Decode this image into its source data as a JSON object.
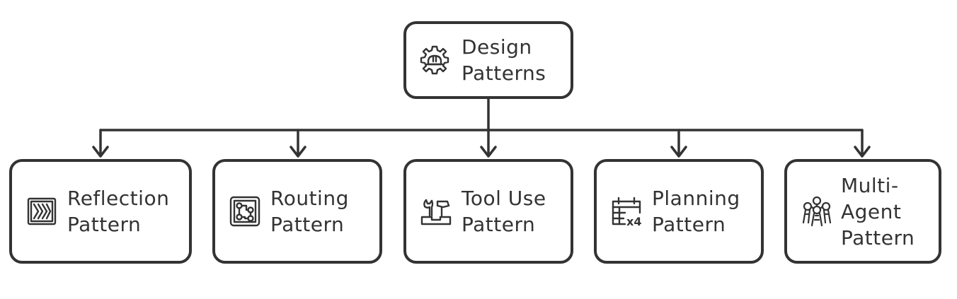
{
  "diagram": {
    "root": {
      "line1": "Design",
      "line2": "Patterns",
      "icon": "gear-with-helmet-icon"
    },
    "children": [
      {
        "line1": "Reflection",
        "line2": "Pattern",
        "icon": "reflection-icon"
      },
      {
        "line1": "Routing",
        "line2": "Pattern",
        "icon": "routing-icon"
      },
      {
        "line1": "Tool Use",
        "line2": "Pattern",
        "icon": "tools-icon"
      },
      {
        "line1": "Planning",
        "line2": "Pattern",
        "icon": "calendar-icon",
        "badge": "x4"
      },
      {
        "line1": "Multi-",
        "line2": "Agent",
        "line3": "Pattern",
        "icon": "multi-agent-icon"
      }
    ]
  },
  "colors": {
    "stroke": "#333333",
    "background": "#ffffff"
  }
}
